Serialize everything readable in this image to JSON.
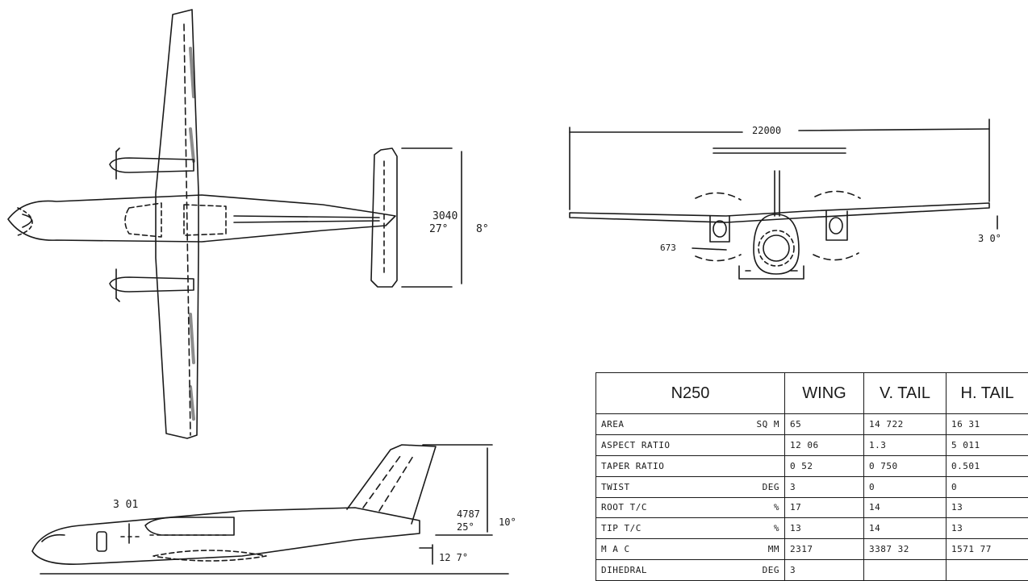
{
  "drawing": {
    "top_view": {
      "span_label": "3040",
      "angle_label": "27°",
      "angle2_label": "8°"
    },
    "front_view": {
      "width_label": "22000",
      "dim_left_label": "673",
      "dim_right_label": "3 0°"
    },
    "side_view": {
      "dim_label_1": "3 01",
      "height_label": "4787",
      "angle_label": "25°",
      "angle2_label": "10°",
      "dim_label_bottom": "12 7°"
    }
  },
  "table": {
    "headers": [
      "N250",
      "WING",
      "V. TAIL",
      "H. TAIL"
    ],
    "rows": [
      {
        "param": "AREA",
        "unit": "SQ M",
        "wing": "65",
        "vtail": "14 722",
        "htail": "16 31"
      },
      {
        "param": "ASPECT RATIO",
        "unit": "",
        "wing": "12 06",
        "vtail": "1.3",
        "htail": "5 011"
      },
      {
        "param": "TAPER RATIO",
        "unit": "",
        "wing": "0 52",
        "vtail": "0 750",
        "htail": "0.501"
      },
      {
        "param": "TWIST",
        "unit": "DEG",
        "wing": "3",
        "vtail": "0",
        "htail": "0"
      },
      {
        "param": "ROOT T/C",
        "unit": "%",
        "wing": "17",
        "vtail": "14",
        "htail": "13"
      },
      {
        "param": "TIP T/C",
        "unit": "%",
        "wing": "13",
        "vtail": "14",
        "htail": "13"
      },
      {
        "param": "M A C",
        "unit": "MM",
        "wing": "2317",
        "vtail": "3387 32",
        "htail": "1571 77"
      },
      {
        "param": "DIHEDRAL",
        "unit": "DEG",
        "wing": "3",
        "vtail": "",
        "htail": ""
      }
    ]
  }
}
